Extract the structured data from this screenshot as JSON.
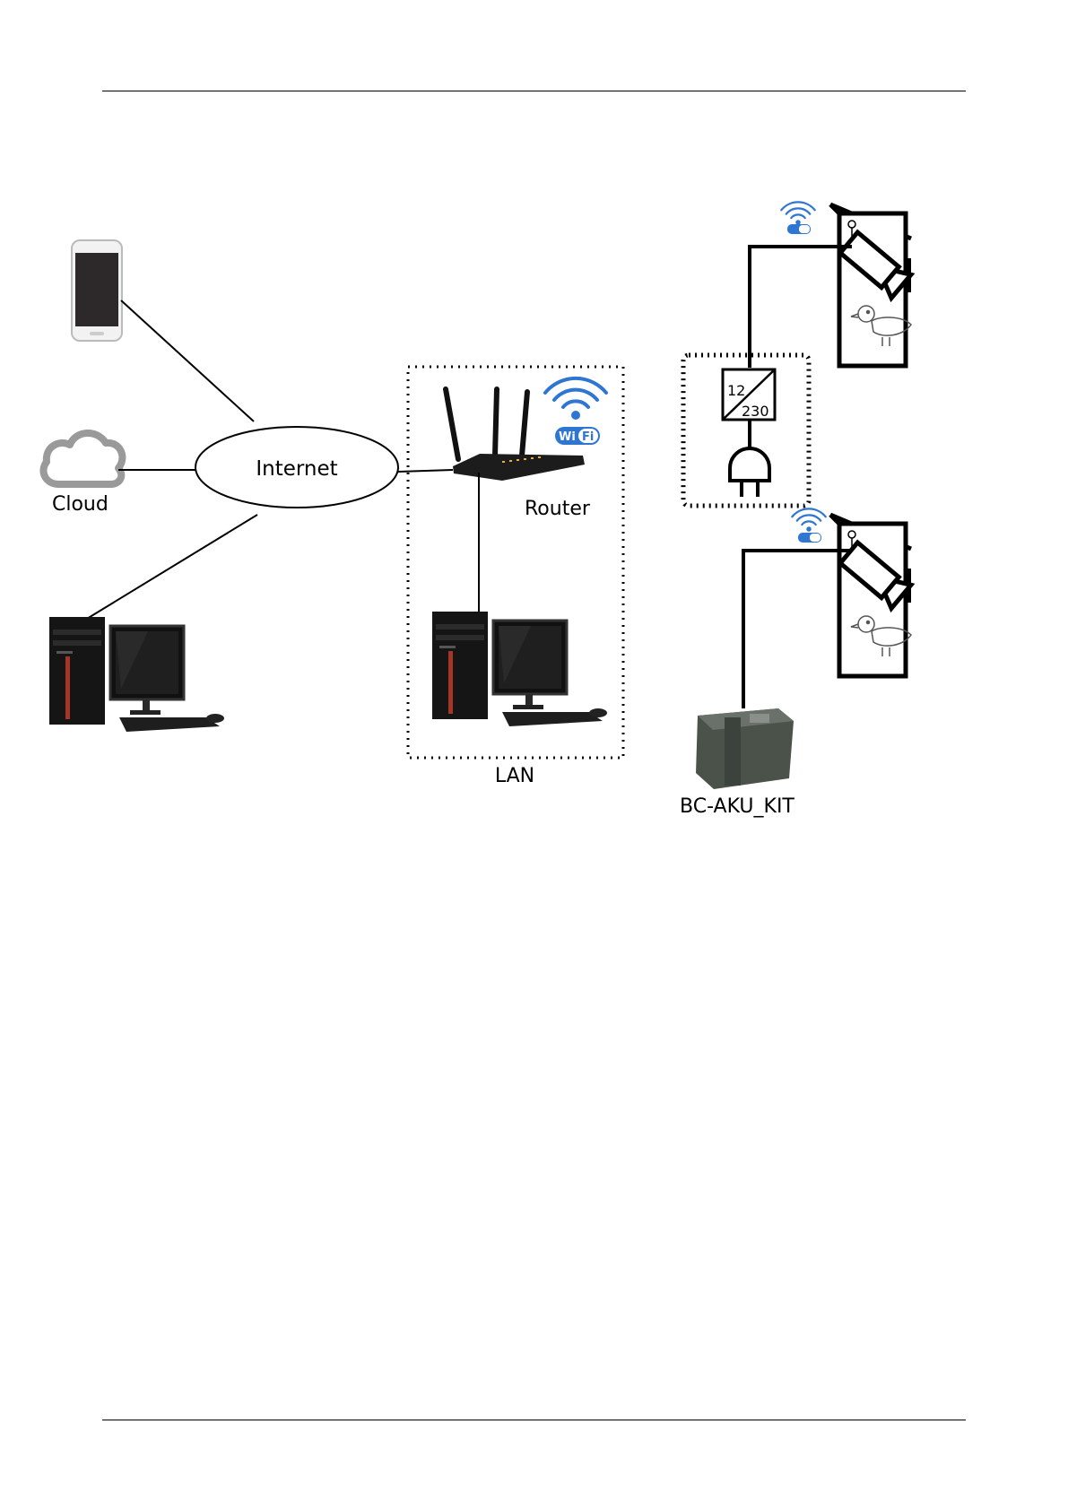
{
  "labels": {
    "internet": "Internet",
    "cloud": "Cloud",
    "router": "Router",
    "lan": "LAN",
    "battery": "BC-AKU_KIT",
    "adapter_low": "12",
    "adapter_high": "230",
    "wifi_text": "Wi Fi"
  },
  "colors": {
    "wifi_blue": "#2f76d2",
    "cloud_gray": "#9a9a9a",
    "line": "#000000",
    "router_body": "#1c1c1c",
    "battery_body": "#4a524a"
  },
  "icons": {
    "smartphone": "smartphone-icon",
    "cloud": "cloud-icon",
    "computer": "desktop-computer-icon",
    "router": "router-icon",
    "wifi": "wifi-icon",
    "camera": "camera-icon",
    "bird": "bird-icon",
    "plug": "power-plug-icon",
    "adapter": "power-adapter-icon",
    "battery": "battery-box-icon"
  }
}
